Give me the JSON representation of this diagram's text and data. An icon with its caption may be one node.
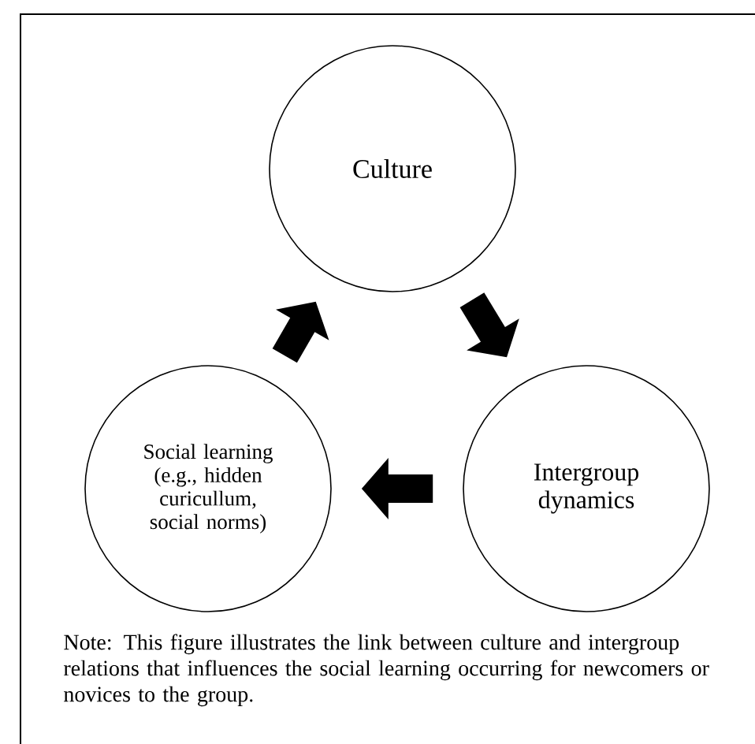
{
  "diagram": {
    "nodes": [
      {
        "text": [
          "Culture"
        ]
      },
      {
        "text": [
          "Intergroup dynamics"
        ]
      },
      {
        "text": [
          "Social learning (e.g., hidden curicullum, social norms)"
        ]
      }
    ],
    "edges": [
      {
        "from": 0,
        "to": 1,
        "arrow": "to"
      },
      {
        "from": 1,
        "to": 2,
        "arrow": "to"
      },
      {
        "from": 2,
        "to": 0,
        "arrow": "to"
      }
    ],
    "labels": [
      "Note: This figure illustrates the link between culture and intergroup relations that influences the social learning occurring for newcomers or novices to the group."
    ]
  }
}
